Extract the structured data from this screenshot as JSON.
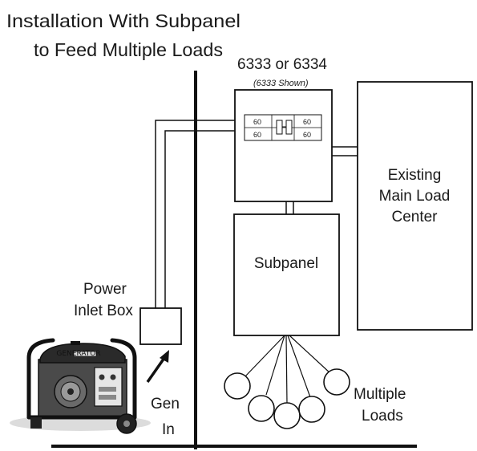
{
  "title": {
    "line1": "Installation With Subpanel",
    "line2": "to Feed Multiple Loads"
  },
  "transfer_switch": {
    "model": "6333 or 6334",
    "note": "(6333 Shown)",
    "breakers": [
      "60",
      "60",
      "60",
      "60"
    ]
  },
  "main_load_center": {
    "line1": "Existing",
    "line2": "Main Load",
    "line3": "Center"
  },
  "subpanel": {
    "label": "Subpanel"
  },
  "power_inlet_box": {
    "line1": "Power",
    "line2": "Inlet Box"
  },
  "gen_in": {
    "line1": "Gen",
    "line2": "In"
  },
  "multiple_loads": {
    "line1": "Multiple",
    "line2": "Loads"
  },
  "generator": {
    "brand": "GENERATOR",
    "icon": "portable-generator-icon"
  },
  "colors": {
    "stroke": "#111111",
    "text": "#1a1a1a",
    "background": "#ffffff"
  }
}
